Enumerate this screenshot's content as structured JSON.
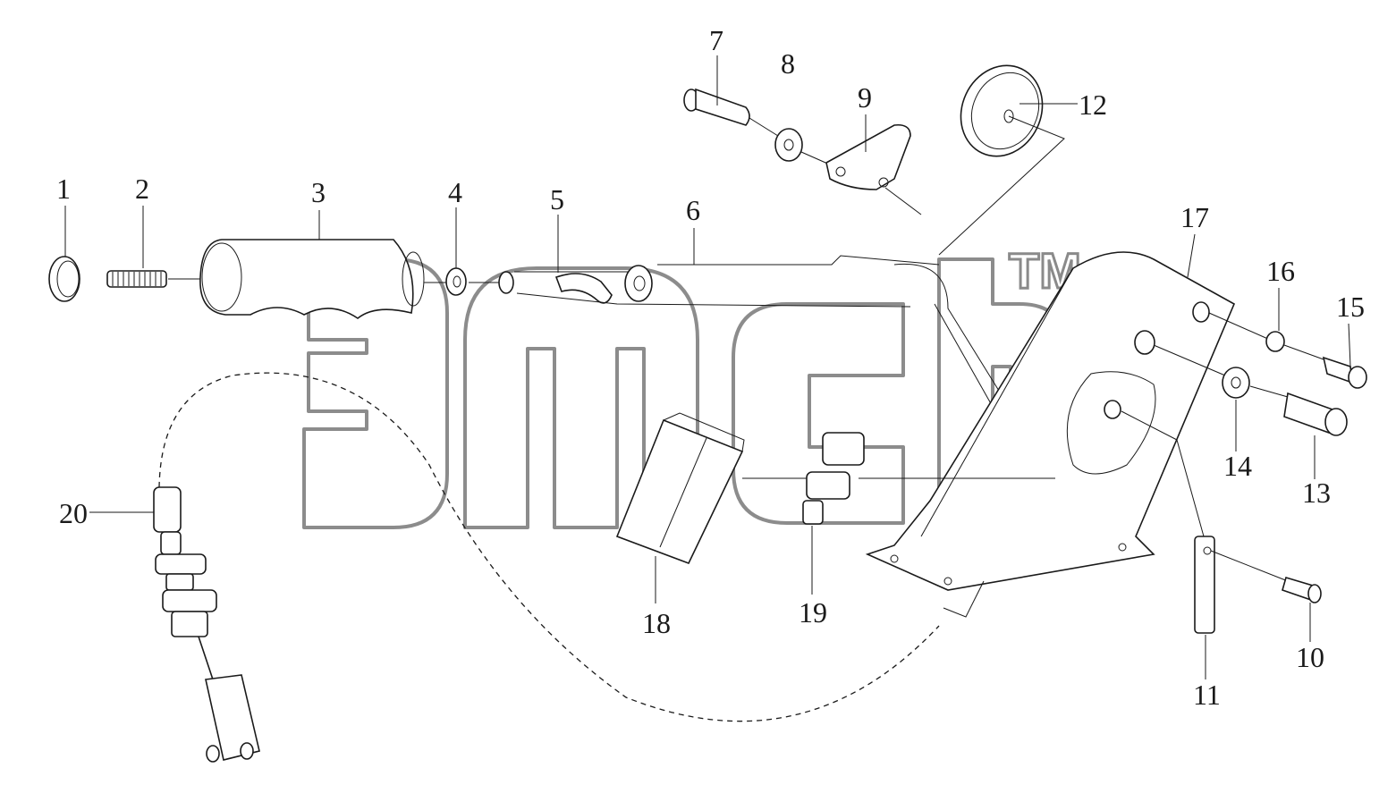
{
  "diagram": {
    "callouts": [
      "1",
      "2",
      "3",
      "4",
      "5",
      "6",
      "7",
      "8",
      "9",
      "10",
      "11",
      "12",
      "13",
      "14",
      "15",
      "16",
      "17",
      "18",
      "19",
      "20"
    ],
    "watermark_mark": "TM"
  }
}
